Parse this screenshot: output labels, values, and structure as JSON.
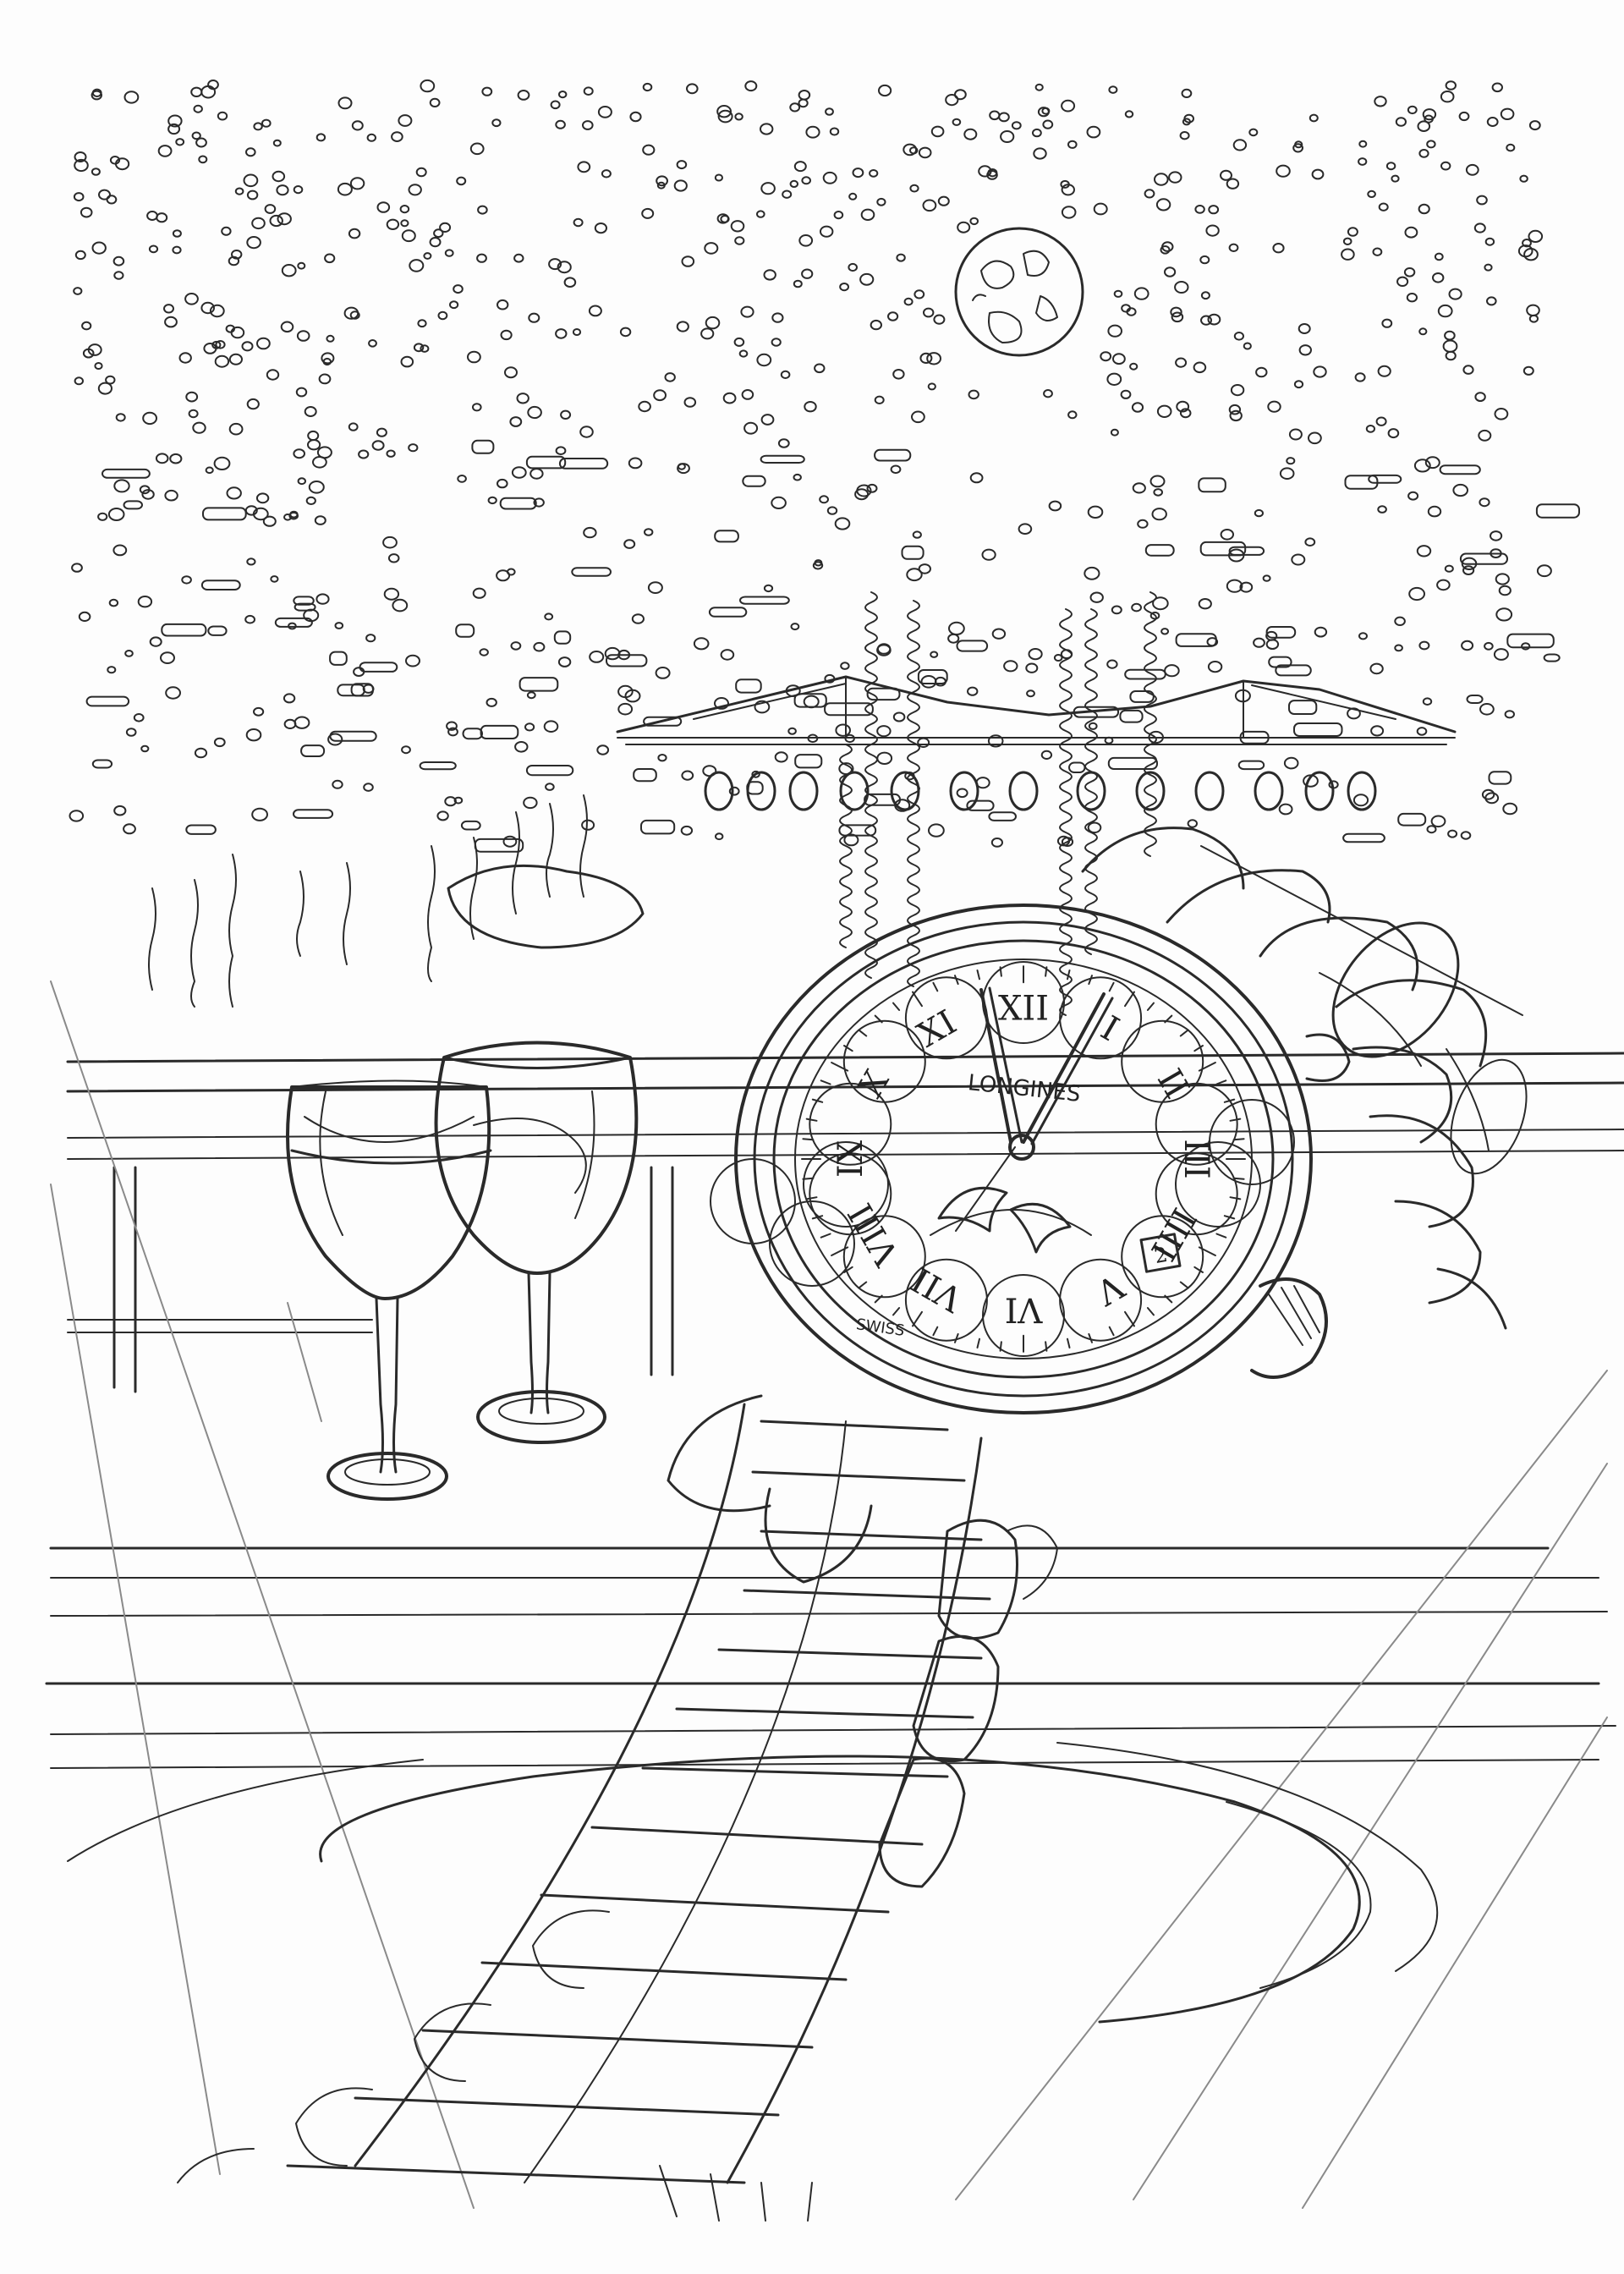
{
  "drawing": {
    "style": "pencil line-art",
    "stroke_color": "#2a2a2a",
    "paper_color": "#fdfdfd"
  },
  "watch": {
    "brand": "LONGINES",
    "origin": "SWISS",
    "numerals": [
      "XII",
      "I",
      "II",
      "III",
      "IIII",
      "V",
      "VI",
      "VII",
      "VIII",
      "IX",
      "X",
      "XI"
    ],
    "date_window": "2"
  }
}
